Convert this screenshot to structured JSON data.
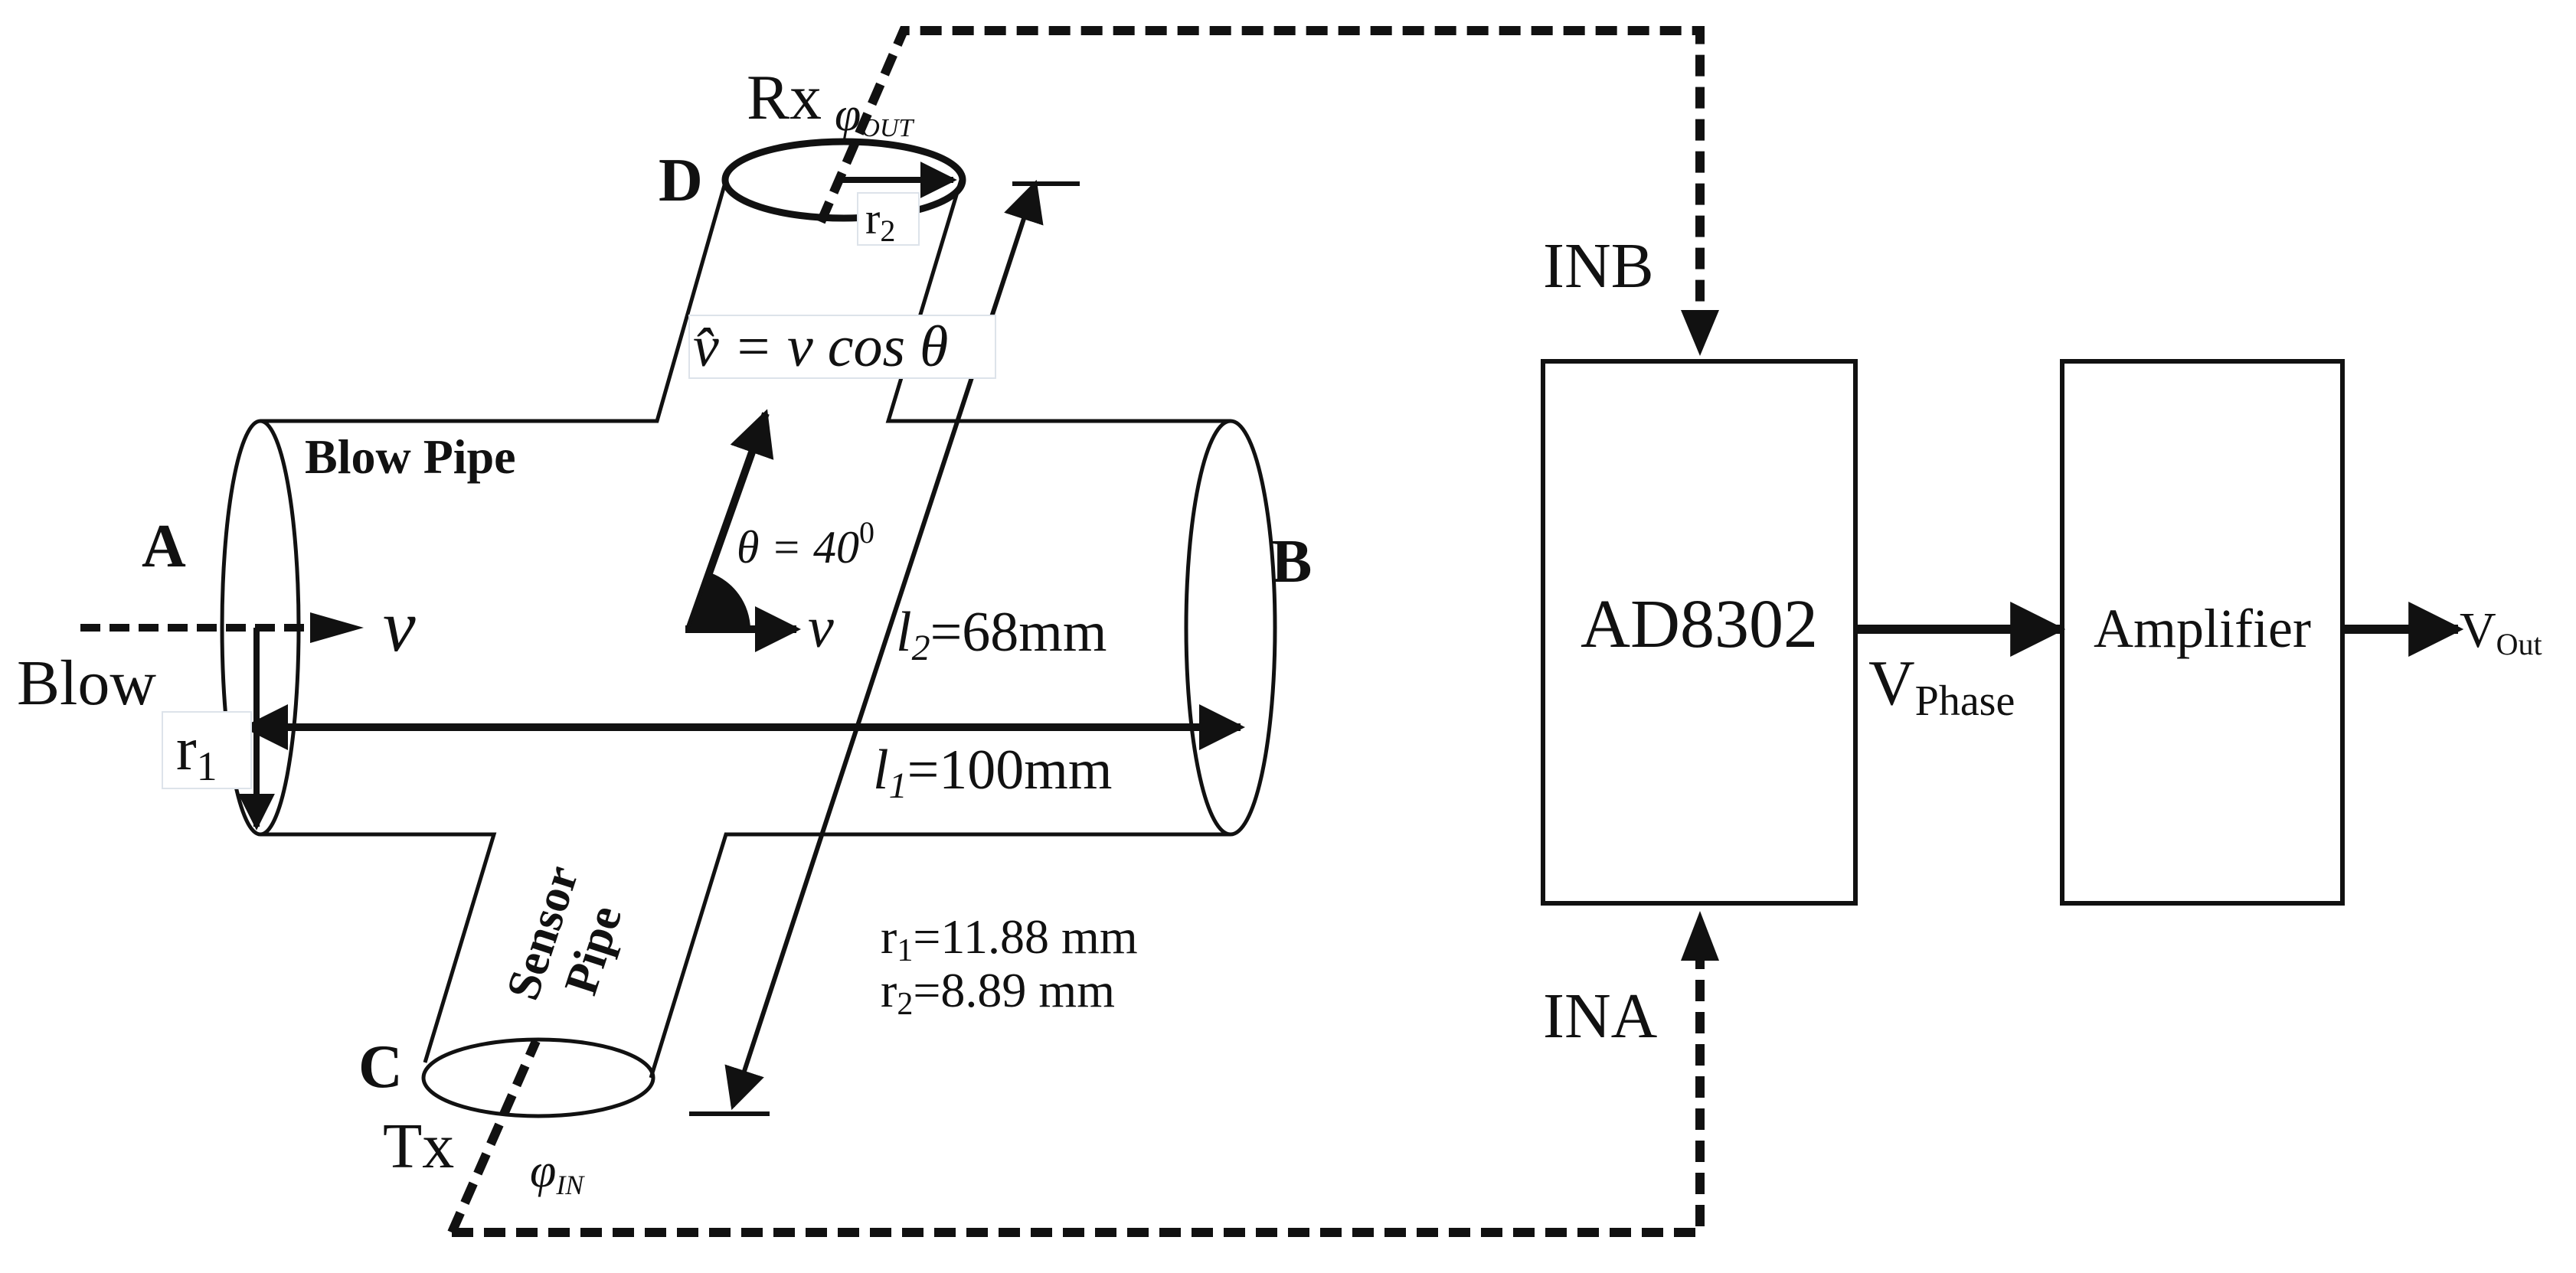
{
  "labels": {
    "rx": "Rx",
    "tx": "Tx",
    "phi": "φ",
    "phi_out_sub": "OUT",
    "phi_in_sub": "IN",
    "point_a": "A",
    "point_b": "B",
    "point_c": "C",
    "point_d": "D",
    "blow": "Blow",
    "blow_pipe": "Blow Pipe",
    "sensor_pipe_line1": "Sensor",
    "sensor_pipe_line2": "Pipe",
    "velocity_symbol": "v",
    "velocity_projection": "v̂ = v cos θ",
    "theta_label": "θ = 40",
    "theta_sup": "0",
    "r_symbol": "r",
    "r1_sub": "1",
    "r2_sub": "2",
    "l_symbol": "l",
    "l1_sub": "1",
    "l2_sub": "2",
    "l1_value": "=100mm",
    "l2_value": "=68mm",
    "r1_spec": "=11.88 mm",
    "r2_spec": "=8.89 mm",
    "inb": "INB",
    "ina": "INA",
    "ad8302": "AD8302",
    "amplifier": "Amplifier",
    "v_phase_main": "V",
    "v_phase_sub": "Phase",
    "v_out_main": "V",
    "v_out_sub": "Out"
  },
  "colors": {
    "ink": "#111111",
    "background": "#ffffff"
  }
}
